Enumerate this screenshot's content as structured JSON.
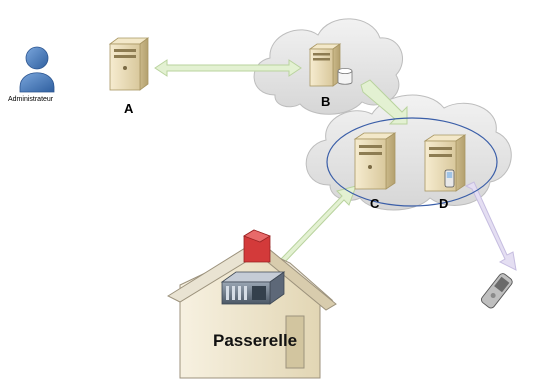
{
  "diagram": {
    "administrator_label": "Administrateur",
    "nodes": {
      "a": "A",
      "b": "B",
      "c": "C",
      "d": "D"
    },
    "gateway_label": "Passerelle"
  },
  "colors": {
    "arrow_green": "#e3f1d2",
    "arrow_lavender": "#e4def2",
    "cloud": "#e6e6e6",
    "server_beige": "#ede0bd",
    "person_blue": "#4f7fbf",
    "house_wall": "#f2ebd7",
    "chimney_red": "#d33a3a",
    "ellipse_blue": "#3a5ea8"
  },
  "icons": {
    "administrator": "person-icon",
    "server": "server-icon",
    "database": "database-icon",
    "phone": "phone-icon",
    "rack_appliance": "rack-server-icon",
    "mobile_device": "mobile-device-icon"
  }
}
